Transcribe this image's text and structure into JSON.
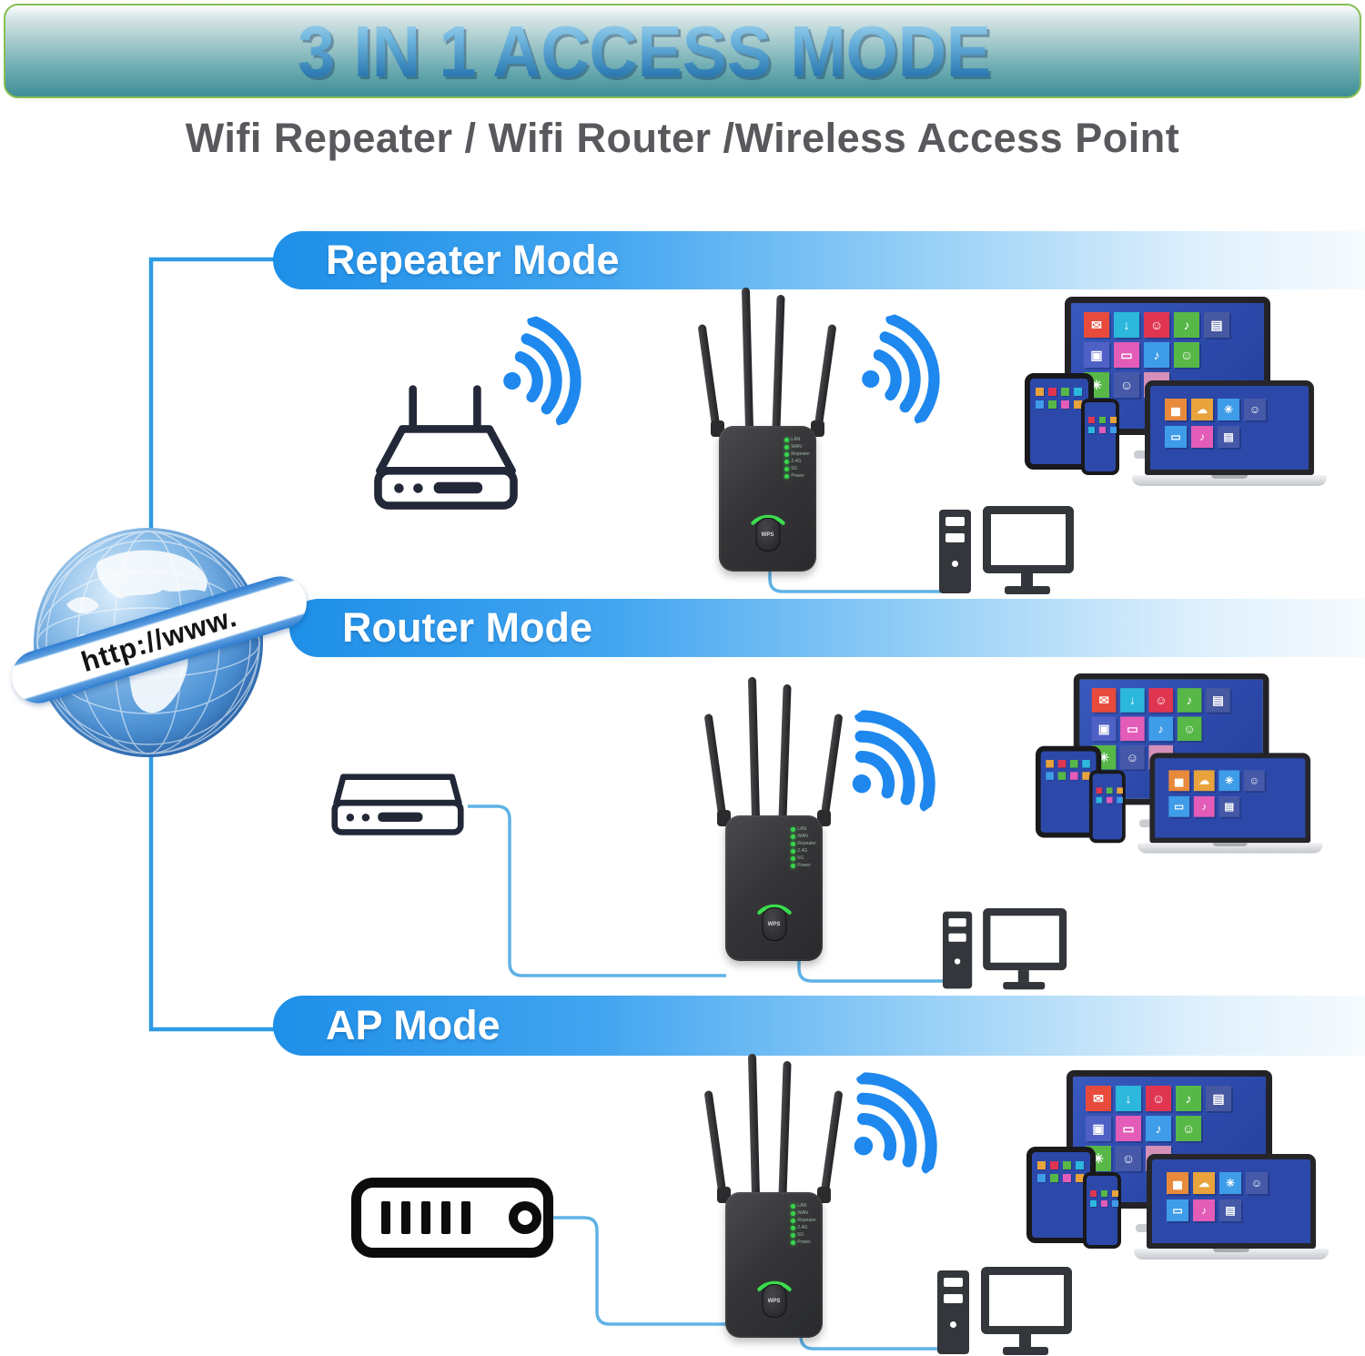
{
  "banner": {
    "title": "3 IN 1 ACCESS MODE"
  },
  "subtitle": "Wifi Repeater / Wifi Router /Wireless Access Point",
  "globe": {
    "ribbon_text": "http://www."
  },
  "modes": [
    {
      "label": "Repeater Mode"
    },
    {
      "label": "Router Mode"
    },
    {
      "label": "AP Mode"
    }
  ],
  "repeater": {
    "wps_label": "WPS",
    "led_labels": [
      "LAN",
      "WAN",
      "Repeater",
      "2.4G",
      "5G",
      "Power"
    ],
    "led_color": "#38d64a",
    "wifi_glyph_color": "#3bdc4e"
  },
  "cluster": {
    "monitor_tiles": [
      [
        {
          "c": "#e84b3c",
          "g": "✉"
        },
        {
          "c": "#2cb8dc",
          "g": "↓"
        },
        {
          "c": "#e03550",
          "g": "☺"
        },
        {
          "c": "#57b847",
          "g": "♪"
        },
        {
          "c": "#46589f",
          "g": "▤"
        }
      ],
      [
        {
          "c": "#5061c6",
          "g": "▣"
        },
        {
          "c": "#e25cb8",
          "g": "▭"
        },
        {
          "c": "#3f9ce8",
          "g": "♪"
        },
        {
          "c": "#57b847",
          "g": "☺"
        }
      ],
      [
        {
          "c": "#57b847",
          "g": "✳"
        },
        {
          "c": "#4659a8",
          "g": "☺"
        },
        {
          "c": "#d490b8",
          "g": "↻"
        }
      ]
    ],
    "laptop_tiles": [
      [
        {
          "c": "#e88a3c",
          "g": "▅"
        },
        {
          "c": "#e8a33c",
          "g": "☁"
        },
        {
          "c": "#3f9ce8",
          "g": "✳"
        },
        {
          "c": "#4659a8",
          "g": "☺"
        }
      ],
      [
        {
          "c": "#3f9ce8",
          "g": "▭"
        },
        {
          "c": "#e25cb8",
          "g": "♪"
        },
        {
          "c": "#4659a8",
          "g": "▤"
        }
      ]
    ],
    "tablet_tiles": [
      "#e8a33c",
      "#e03550",
      "#57b847",
      "#2cb8dc",
      "#3f9ce8",
      "#57b847",
      "#e25cb8",
      "#e8a33c"
    ],
    "phone_tiles": [
      "#e03550",
      "#57b847",
      "#e8a33c",
      "#2cb8dc",
      "#e25cb8",
      "#3f9ce8"
    ]
  },
  "colors": {
    "accent_blue": "#1e88ee",
    "line_blue": "#2e9be4",
    "device_link_blue": "#5fb2e6",
    "pill_blue": "#2196f3",
    "banner_teal": "#3e8e96",
    "banner_border_green": "#86bf52",
    "led_green": "#38d64a",
    "device_dark": "#33363a",
    "outline_icon_dark": "#232838"
  },
  "icons": {
    "wifi_signal": "dot + 3 arcs",
    "wifi_router": "outline box with 2 antennas",
    "modem": "outline flat box",
    "lan_switch": "outline box with 5 bars and ring",
    "desktop_pc": "tower + monitor",
    "device_cluster": "monitor + tablet + phone + laptop with app tiles",
    "internet_globe": "blue wireframe globe with url ribbon"
  }
}
